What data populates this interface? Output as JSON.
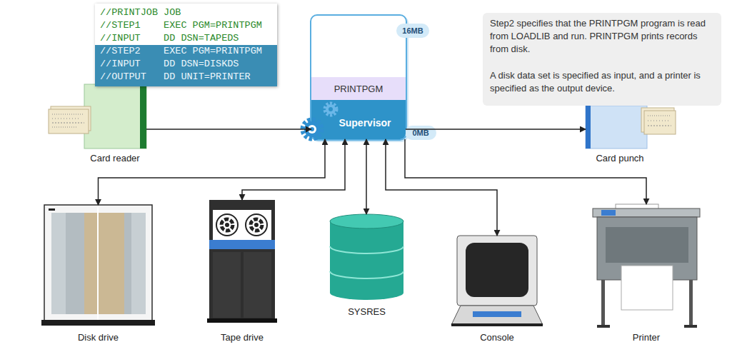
{
  "diagram": {
    "nodes": [
      {
        "text": [
          "//PRINTJOB JOB",
          "//STEP1    EXEC PGM=PRINTPGM",
          "//INPUT    DD DSN=TAPEDS",
          "//STEP2    EXEC PGM=PRINTPGM",
          "//INPUT    DD DSN=DISKDS",
          "//OUTPUT   DD UNIT=PRINTER"
        ]
      },
      {
        "text": [
          "Card reader"
        ]
      },
      {
        "text": [
          "16MB",
          "0MB"
        ]
      },
      {
        "text": [
          "PRINTPGM"
        ],
        "in": 2
      },
      {
        "text": [
          "Supervisor"
        ],
        "in": 2
      },
      {
        "text": [
          "Step2 specifies that the PRINTPGM program is read from LOADLIB and run. PRINTPGM prints records from disk.",
          "A disk data set is specified as input, and a printer is specified as the output device."
        ]
      },
      {
        "text": [
          "Card punch"
        ]
      },
      {
        "text": [
          "Disk drive"
        ]
      },
      {
        "text": [
          "Tape drive"
        ]
      },
      {
        "text": [
          "SYSRES"
        ]
      },
      {
        "text": [
          "Console"
        ]
      },
      {
        "text": [
          "Printer"
        ]
      }
    ],
    "edges": [
      {
        "from": 1,
        "to": 4,
        "arrow": "to"
      },
      {
        "from": 4,
        "to": 6,
        "arrow": "to"
      },
      {
        "from": 4,
        "to": 7,
        "arrow": "both"
      },
      {
        "from": 4,
        "to": 8,
        "arrow": "both"
      },
      {
        "from": 4,
        "to": 9,
        "arrow": "both"
      },
      {
        "from": 4,
        "to": 10,
        "arrow": "both"
      },
      {
        "from": 4,
        "to": 11,
        "arrow": "to"
      }
    ]
  }
}
